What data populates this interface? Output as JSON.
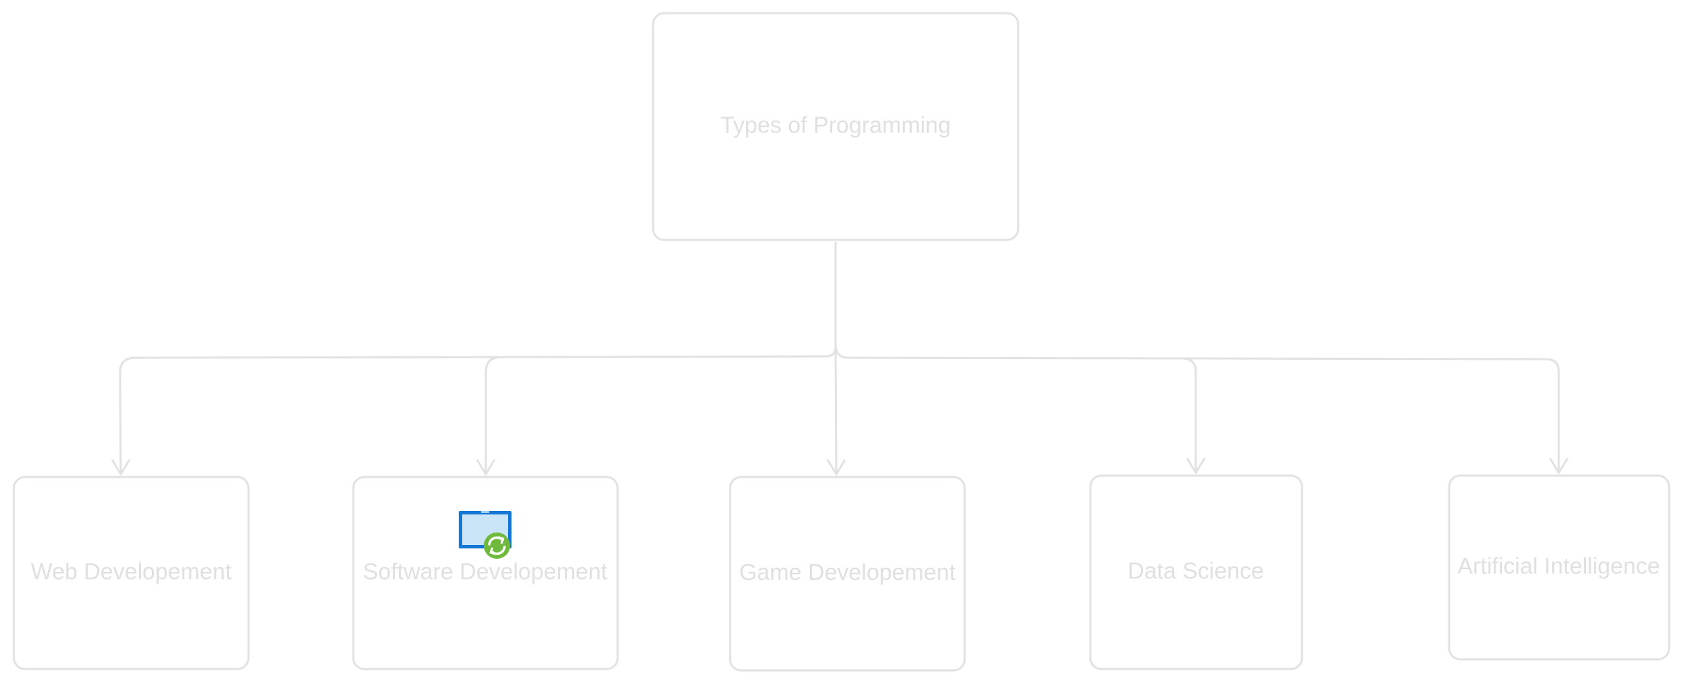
{
  "diagram": {
    "root": {
      "label": "Types of Programming"
    },
    "children": [
      {
        "label": "Web Developement"
      },
      {
        "label": "Software Developement",
        "icon": "monitor-sync-icon"
      },
      {
        "label": "Game Developement"
      },
      {
        "label": "Data Science"
      },
      {
        "label": "Artificial Intelligence"
      }
    ]
  },
  "colors": {
    "outline": "#e2e2e2",
    "text": "#e0e0e0",
    "icon_frame": "#1577d3",
    "icon_screen": "#c9e5f7",
    "icon_badge": "#6fba3c"
  }
}
